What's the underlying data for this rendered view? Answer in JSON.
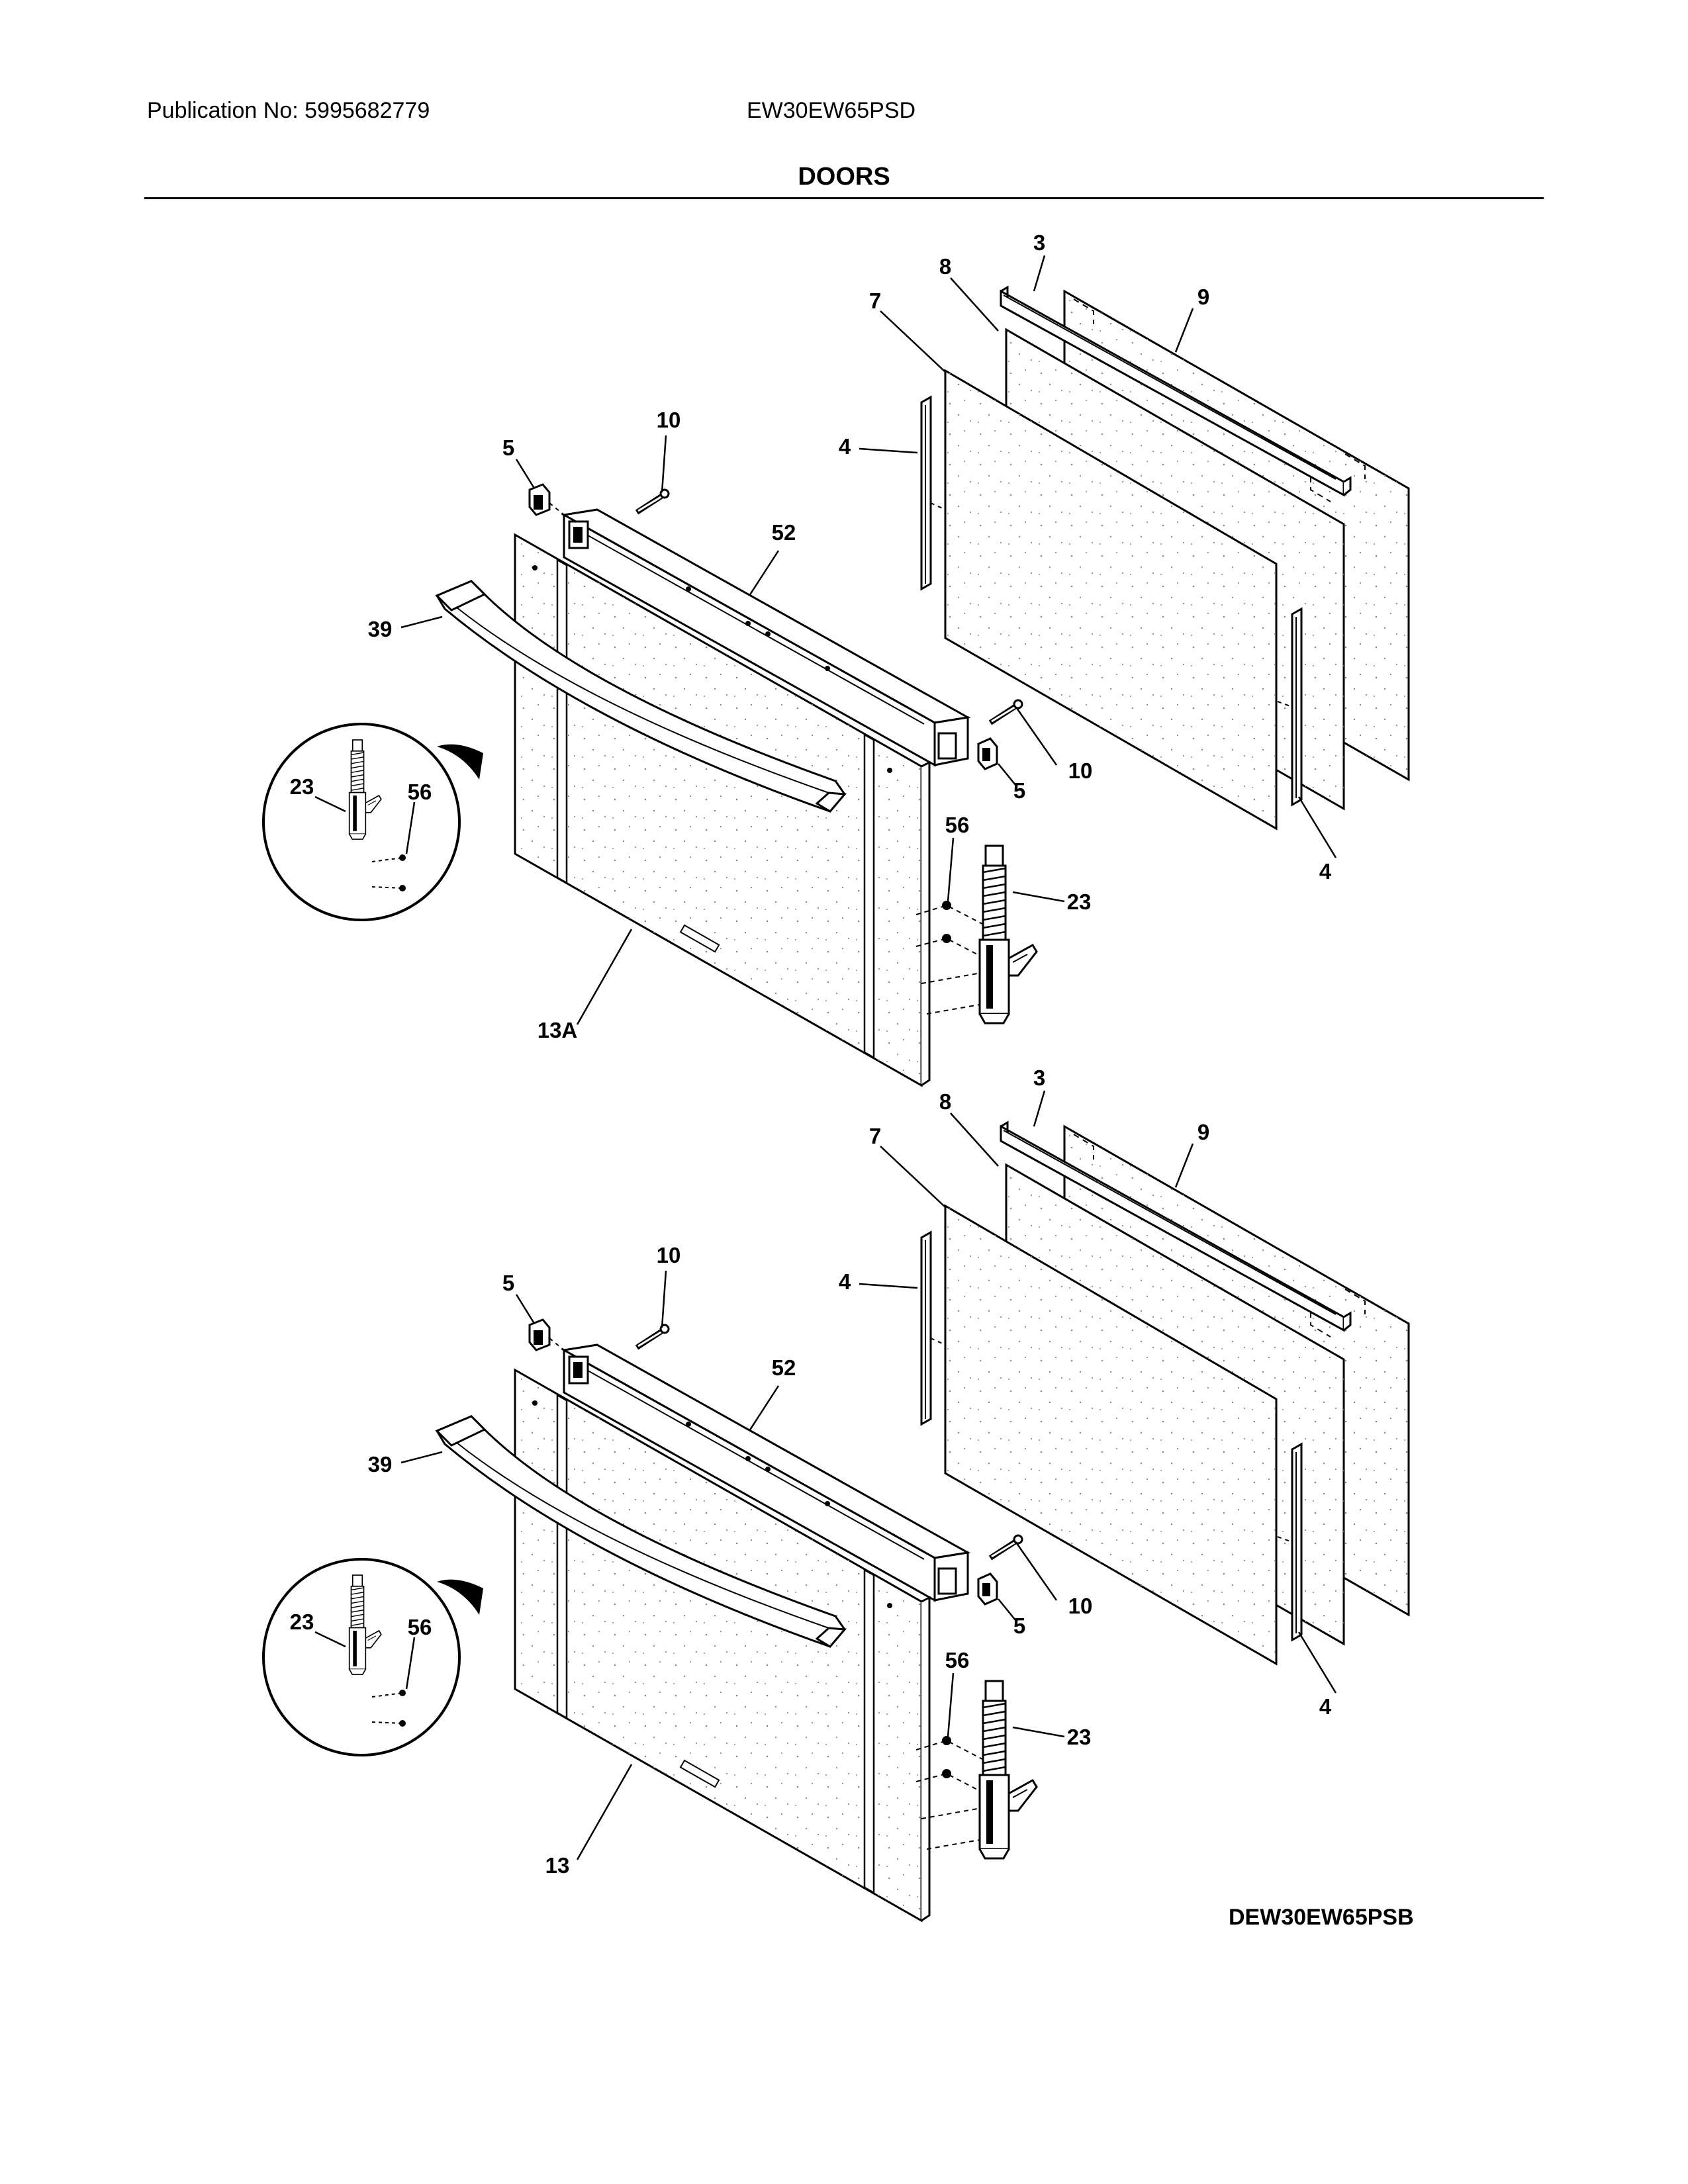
{
  "header": {
    "publication": "Publication No: 5995682779",
    "model": "EW30EW65PSD",
    "title": "DOORS"
  },
  "diagram_code": "DEW30EW65PSB",
  "assemblies": [
    {
      "callouts": {
        "p3": "3",
        "p8": "8",
        "p9": "9",
        "p7": "7",
        "p4a": "4",
        "p4b": "4",
        "p10a": "10",
        "p10b": "10",
        "p5a": "5",
        "p5b": "5",
        "p52": "52",
        "p39": "39",
        "p23a": "23",
        "p23b": "23",
        "p56a": "56",
        "p56b": "56",
        "pdoor": "13A"
      }
    },
    {
      "callouts": {
        "p3": "3",
        "p8": "8",
        "p9": "9",
        "p7": "7",
        "p4a": "4",
        "p4b": "4",
        "p10a": "10",
        "p10b": "10",
        "p5a": "5",
        "p5b": "5",
        "p52": "52",
        "p39": "39",
        "p23a": "23",
        "p23b": "23",
        "p56a": "56",
        "p56b": "56",
        "pdoor": "13"
      }
    }
  ]
}
